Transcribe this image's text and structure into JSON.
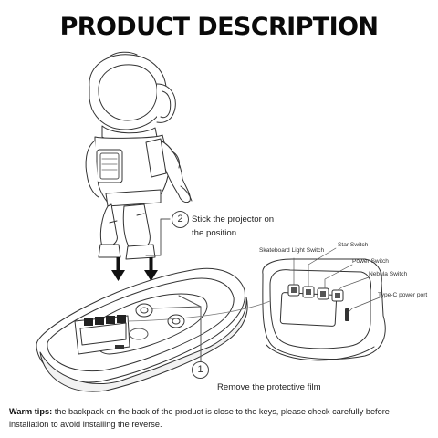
{
  "header": {
    "title": "PRODUCT DESCRIPTION"
  },
  "steps": [
    {
      "number": "2",
      "line1": "Stick the projector on",
      "line2": "the position"
    },
    {
      "number": "1",
      "line1": "Remove the protective film"
    }
  ],
  "callouts": {
    "skateboard_light_switch": "Skateboard Light Switch",
    "star_switch": "Star Switch",
    "power_switch": "Power Switch",
    "nebula_switch": "Nebula Switch",
    "type_c_power_port": "Type-C power port"
  },
  "warm_tips": {
    "label": "Warm tips:",
    "text": " the backpack on the back of the product is close to the keys, please check carefully before installation to avoid installing the reverse."
  }
}
